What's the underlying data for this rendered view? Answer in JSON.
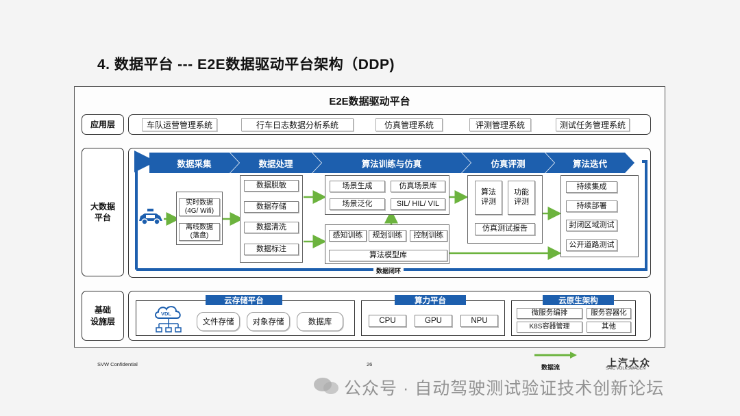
{
  "slide_title": "4. 数据平台 --- E2E数据驱动平台架构（DDP)",
  "platform_title": "E2E数据驱动平台",
  "layers": {
    "app": "应用层",
    "bigdata": "大数据\n平台",
    "infra": "基础\n设施层"
  },
  "app_systems": [
    "车队运营管理系统",
    "行车日志数据分析系统",
    "仿真管理系统",
    "评测管理系统",
    "测试任务管理系统"
  ],
  "pipeline": {
    "stages": [
      "数据采集",
      "数据处理",
      "算法训练与仿真",
      "仿真评测",
      "算法迭代"
    ],
    "collection": [
      "实时数据\n(4G/ Wifi)",
      "离线数据\n(落盘)"
    ],
    "processing": [
      "数据脱敏",
      "数据存储",
      "数据清洗",
      "数据标注"
    ],
    "scenario": [
      "场景生成",
      "仿真场景库",
      "场景泛化",
      "SIL/ HIL/ VIL"
    ],
    "training": [
      "感知训练",
      "规划训练",
      "控制训练"
    ],
    "model_library": "算法模型库",
    "evaluation": [
      "算法\n评测",
      "功能\n评测"
    ],
    "eval_report": "仿真测试报告",
    "iteration": [
      "持续集成",
      "持续部署",
      "封闭区域测试",
      "公开道路测试"
    ],
    "loop_label": "数据闭环"
  },
  "infra": {
    "storage": {
      "title": "云存储平台",
      "items": [
        "文件存储",
        "对象存储",
        "数据库"
      ],
      "cloud_label": "VDL"
    },
    "compute": {
      "title": "算力平台",
      "items": [
        "CPU",
        "GPU",
        "NPU"
      ]
    },
    "native": {
      "title": "云原生架构",
      "items": [
        "微服务编排",
        "服务容器化",
        "K8S容器管理",
        "其他"
      ]
    }
  },
  "footer": {
    "confidential": "SVW Confidential",
    "page": "26",
    "legend": "数据流",
    "brand_cn": "上汽大众",
    "brand_en": "SAIC VOLKSWAGEN"
  },
  "watermark": "公众号 · 自动驾驶测试验证技术创新论坛",
  "colors": {
    "blue": "#1d5fae",
    "green": "#6cb33e"
  }
}
